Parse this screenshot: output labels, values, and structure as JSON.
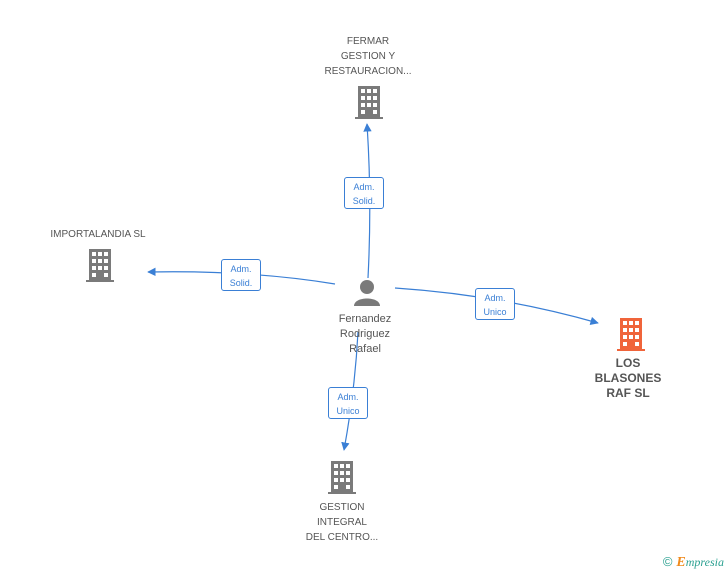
{
  "colors": {
    "edge": "#3a7fd5",
    "building": "#7a7a7a",
    "building_main": "#f0643a",
    "person": "#7a7a7a",
    "brand_e": "#f08a1c",
    "brand_text": "#2aa090"
  },
  "person": {
    "name_lines": [
      "Fernandez",
      "Rodriguez",
      "Rafael"
    ],
    "icon": "person-icon"
  },
  "companies": {
    "fermar": {
      "lines": [
        "FERMAR",
        "GESTION Y",
        "RESTAURACION..."
      ],
      "icon": "building-icon"
    },
    "importalandia": {
      "lines": [
        "IMPORTALANDIA SL"
      ],
      "icon": "building-icon"
    },
    "blasones": {
      "lines": [
        "LOS",
        "BLASONES",
        "RAF SL"
      ],
      "icon": "building-icon"
    },
    "gestion": {
      "lines": [
        "GESTION",
        "INTEGRAL",
        "DEL CENTRO..."
      ],
      "icon": "building-icon"
    }
  },
  "edges": {
    "fermar": {
      "lines": [
        "Adm.",
        "Solid."
      ]
    },
    "importalandia": {
      "lines": [
        "Adm.",
        "Solid."
      ]
    },
    "blasones": {
      "lines": [
        "Adm.",
        "Unico"
      ]
    },
    "gestion": {
      "lines": [
        "Adm.",
        "Unico"
      ]
    }
  },
  "footer": {
    "copyright": "©",
    "brand_initial": "E",
    "brand_rest": "mpresia"
  }
}
